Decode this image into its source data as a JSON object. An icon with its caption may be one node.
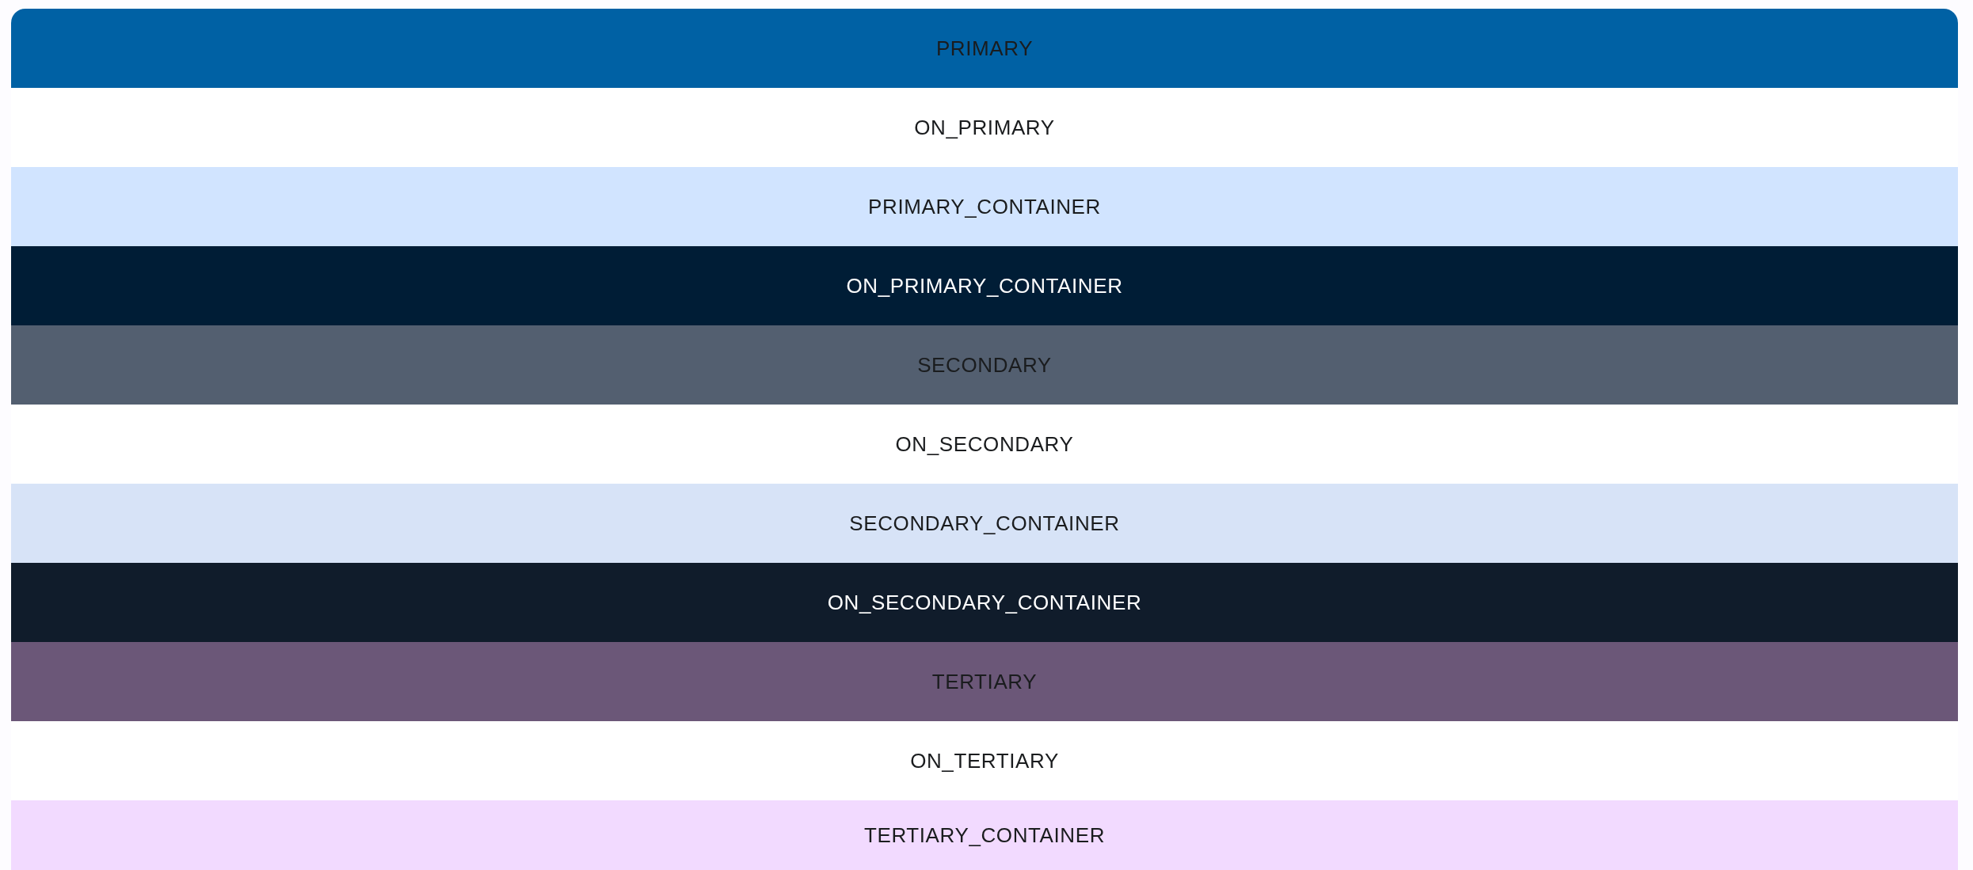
{
  "diagram": {
    "nodes": [
      {
        "text": [
          "PRIMARY"
        ]
      },
      {
        "text": [
          "ON_PRIMARY"
        ]
      },
      {
        "text": [
          "PRIMARY_CONTAINER"
        ]
      },
      {
        "text": [
          "ON_PRIMARY_CONTAINER"
        ]
      },
      {
        "text": [
          "SECONDARY"
        ]
      },
      {
        "text": [
          "ON_SECONDARY"
        ]
      },
      {
        "text": [
          "SECONDARY_CONTAINER"
        ]
      },
      {
        "text": [
          "ON_SECONDARY_CONTAINER"
        ]
      },
      {
        "text": [
          "TERTIARY"
        ]
      },
      {
        "text": [
          "ON_TERTIARY"
        ]
      },
      {
        "text": [
          "TERTIARY_CONTAINER"
        ]
      }
    ]
  }
}
